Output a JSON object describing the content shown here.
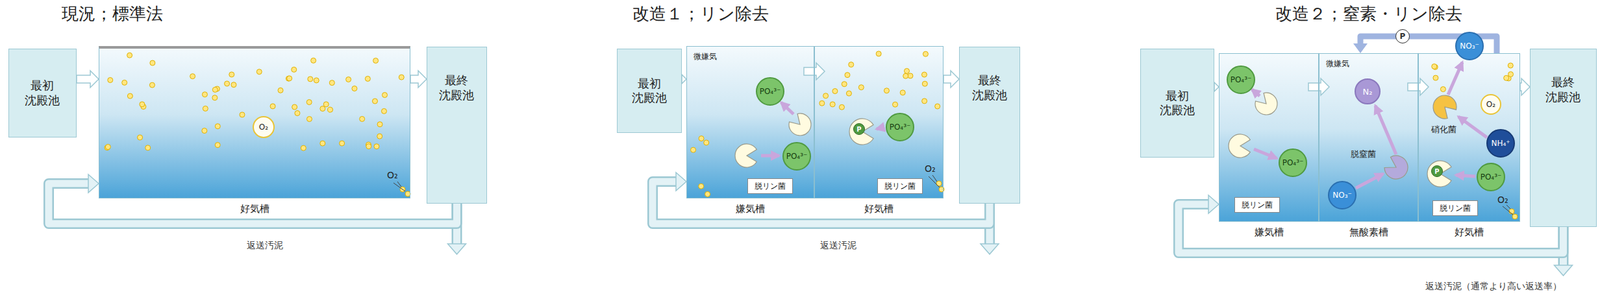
{
  "diagram": {
    "nodes": [
      {
        "text": [
          "最初 沈殿池"
        ]
      },
      {
        "text": [
          "好気槽"
        ]
      },
      {
        "text": [
          "O₂"
        ],
        "in": 1
      },
      {
        "text": [
          "最終 沈殿池"
        ]
      },
      {
        "text": [
          "最初 沈殿池"
        ]
      },
      {
        "text": [
          "嫌気槽",
          "微嫌気"
        ]
      },
      {
        "text": [
          "PO₄³⁻"
        ],
        "in": 5
      },
      {
        "text": [
          "PO₄³⁻"
        ],
        "in": 5
      },
      {
        "text": [
          "脱リン菌"
        ],
        "in": 5
      },
      {
        "text": [
          "好気槽"
        ]
      },
      {
        "text": [
          "P"
        ],
        "in": 9
      },
      {
        "text": [
          "PO₄³⁻"
        ],
        "in": 9
      },
      {
        "text": [
          "脱リン菌"
        ],
        "in": 9
      },
      {
        "text": [
          "最終 沈殿池"
        ]
      },
      {
        "text": [
          "最初 沈殿池"
        ]
      },
      {
        "text": [
          "嫌気槽"
        ]
      },
      {
        "text": [
          "PO₄³⁻"
        ],
        "in": 15
      },
      {
        "text": [
          "PO₄³⁻"
        ],
        "in": 15
      },
      {
        "text": [
          "脱リン菌"
        ],
        "in": 15
      },
      {
        "text": [
          "無酸素槽",
          "微嫌気"
        ]
      },
      {
        "text": [
          "N₂"
        ],
        "in": 19
      },
      {
        "text": [
          "NO₃⁻"
        ],
        "in": 19
      },
      {
        "text": [
          "好気槽"
        ]
      },
      {
        "text": [
          "NO₃⁻"
        ],
        "in": 22
      },
      {
        "text": [
          "O₂"
        ],
        "in": 22
      },
      {
        "text": [
          "NH₄⁺"
        ],
        "in": 22
      },
      {
        "text": [
          "P"
        ],
        "in": 22
      },
      {
        "text": [
          "PO₄³⁻"
        ],
        "in": 22
      },
      {
        "text": [
          "脱リン菌"
        ],
        "in": 22
      },
      {
        "text": [
          "最終 沈殿池"
        ]
      }
    ],
    "edges": [
      {
        "from": 0,
        "to": 1,
        "arrow": "to"
      },
      {
        "from": 1,
        "to": 3,
        "arrow": "to"
      },
      {
        "from": 3,
        "to": 1,
        "label": "返送汚泥",
        "arrow": "to"
      },
      {
        "from": 4,
        "to": 5,
        "arrow": "to"
      },
      {
        "from": 5,
        "to": 9,
        "arrow": "to"
      },
      {
        "from": 9,
        "to": 13,
        "arrow": "to"
      },
      {
        "from": 13,
        "to": 5,
        "label": "返送汚泥",
        "arrow": "to"
      },
      {
        "from": 14,
        "to": 15,
        "arrow": "to"
      },
      {
        "from": 15,
        "to": 19,
        "arrow": "to"
      },
      {
        "from": 19,
        "to": 22,
        "arrow": "to"
      },
      {
        "from": 22,
        "to": 29,
        "arrow": "to"
      },
      {
        "from": 29,
        "to": 15,
        "label": "返送汚泥（通常より高い返送率）",
        "arrow": "to"
      },
      {
        "from": 22,
        "to": 19,
        "label": "P",
        "arrow": "to"
      }
    ],
    "labels": [
      "現況；標準法",
      "改造１；リン除去",
      "改造２；窒素・リン除去",
      "O₂",
      "O₂",
      "脱窒菌",
      "硝化菌",
      "O₂"
    ]
  }
}
